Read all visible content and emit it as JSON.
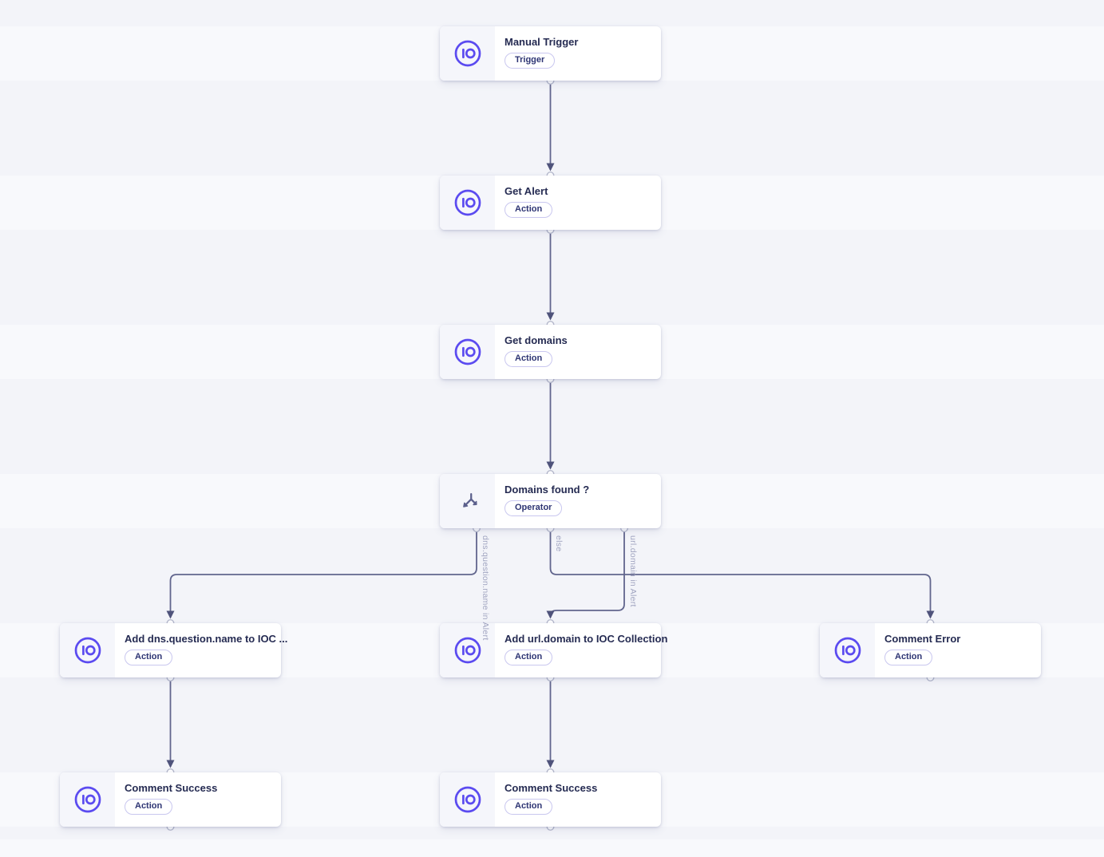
{
  "colors": {
    "background": "#f3f4f9",
    "accent_purple": "#5b4bf0",
    "edge": "#61658d",
    "arrow": "#4f537b",
    "title_text": "#252b52",
    "badge_border": "#c9c7ef",
    "edge_label_text": "#a0a4c0"
  },
  "nodes": [
    {
      "id": "manual-trigger",
      "title": "Manual Trigger",
      "badge": "Trigger",
      "icon": "sekoia-io-logo-icon"
    },
    {
      "id": "get-alert",
      "title": "Get Alert",
      "badge": "Action",
      "icon": "sekoia-io-logo-icon"
    },
    {
      "id": "get-domains",
      "title": "Get domains",
      "badge": "Action",
      "icon": "sekoia-io-logo-icon"
    },
    {
      "id": "domains-found",
      "title": "Domains found ?",
      "badge": "Operator",
      "icon": "split-arrows-icon"
    },
    {
      "id": "add-dns-question-name",
      "title": "Add dns.question.name to IOC ...",
      "badge": "Action",
      "icon": "sekoia-io-logo-icon"
    },
    {
      "id": "add-url-domain",
      "title": "Add url.domain to IOC Collection",
      "badge": "Action",
      "icon": "sekoia-io-logo-icon"
    },
    {
      "id": "comment-error",
      "title": "Comment Error",
      "badge": "Action",
      "icon": "sekoia-io-logo-icon"
    },
    {
      "id": "comment-success-left",
      "title": "Comment Success",
      "badge": "Action",
      "icon": "sekoia-io-logo-icon"
    },
    {
      "id": "comment-success-center",
      "title": "Comment Success",
      "badge": "Action",
      "icon": "sekoia-io-logo-icon"
    }
  ],
  "edge_labels": [
    {
      "id": "dns-condition",
      "text": "dns.question.name in Alert"
    },
    {
      "id": "else-condition",
      "text": "else"
    },
    {
      "id": "url-condition",
      "text": "url.domain in Alert"
    }
  ]
}
